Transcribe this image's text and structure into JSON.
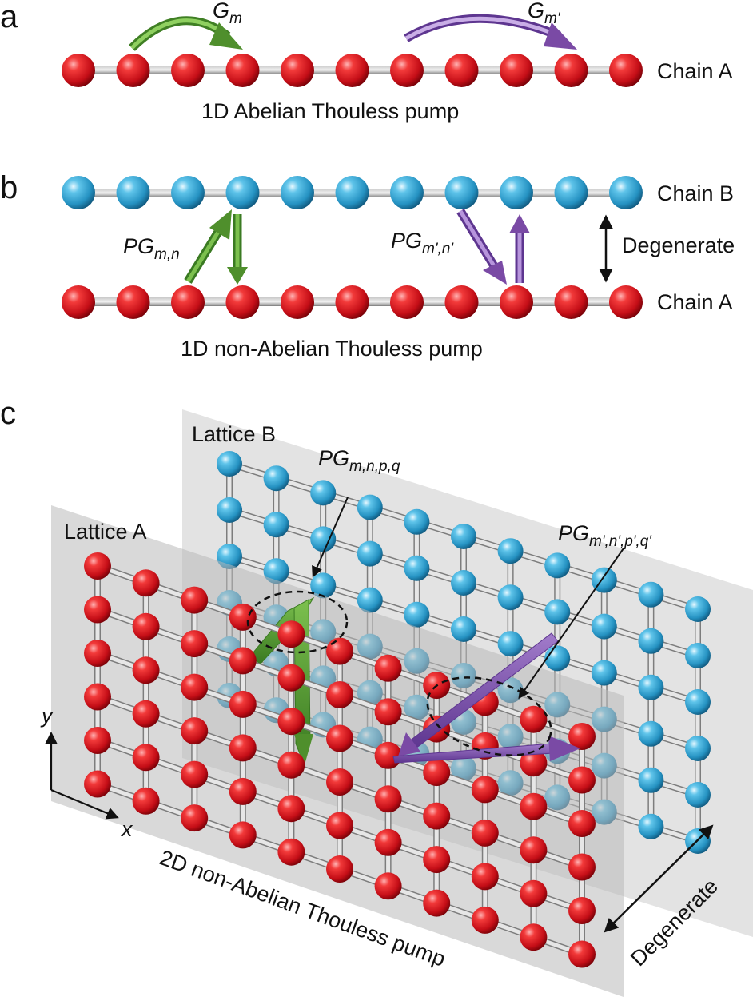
{
  "panel_a": {
    "letter": "a",
    "chain_label": "Chain A",
    "caption": "1D Abelian Thouless pump",
    "left_arrow": {
      "main": "G",
      "sub": "m"
    },
    "right_arrow": {
      "main": "G",
      "sub": "m'"
    }
  },
  "panel_b": {
    "letter": "b",
    "chain_b_label": "Chain B",
    "chain_a_label": "Chain A",
    "degenerate_label": "Degenerate",
    "caption": "1D non-Abelian Thouless pump",
    "left_arrow": {
      "main": "PG",
      "sub": "m,n"
    },
    "right_arrow": {
      "main": "PG",
      "sub": "m',n'"
    }
  },
  "panel_c": {
    "letter": "c",
    "lattice_a_label": "Lattice A",
    "lattice_b_label": "Lattice B",
    "degenerate_label": "Degenerate",
    "caption": "2D non-Abelian Thouless pump",
    "left_operator": {
      "main": "PG",
      "sub": "m,n,p,q"
    },
    "right_operator": {
      "main": "PG",
      "sub": "m',n',p',q'"
    },
    "axis_x": "x",
    "axis_y": "y"
  },
  "colors": {
    "chain_a_atom": "#d0101a",
    "chain_b_atom": "#2a9fcf",
    "bond": "#9a9a9a",
    "green_arrow": "#4f8f2c",
    "purple_arrow": "#7a4aa5",
    "plane": "#d9d9d9"
  }
}
